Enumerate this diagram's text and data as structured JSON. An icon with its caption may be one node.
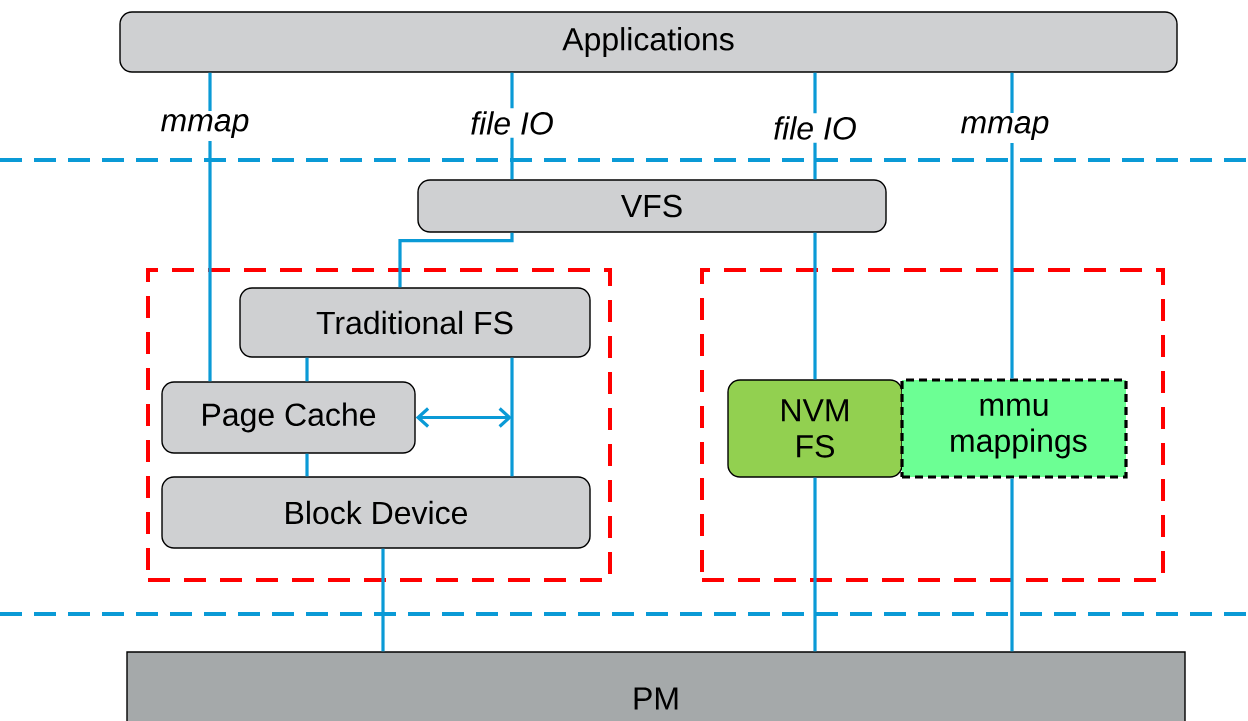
{
  "diagram": {
    "nodes": [
      {
        "text": [
          "Applications"
        ]
      },
      {
        "text": [
          "VFS"
        ]
      },
      {
        "text": [],
        "shape": "box"
      },
      {
        "text": [
          "Traditional FS"
        ],
        "in": 2
      },
      {
        "text": [
          "Page Cache"
        ],
        "in": 2
      },
      {
        "text": [
          "Block Device"
        ],
        "in": 2
      },
      {
        "text": [],
        "shape": "box"
      },
      {
        "text": [
          "NVM FS"
        ],
        "in": 6
      },
      {
        "text": [
          "mmu mappings"
        ],
        "in": 6
      },
      {
        "text": [
          "PM"
        ]
      }
    ],
    "edges": [
      {
        "from": 0,
        "to": 4,
        "arrow": "none",
        "label": "mmap"
      },
      {
        "from": 0,
        "to": 1,
        "arrow": "none",
        "label": "file IO"
      },
      {
        "from": 1,
        "to": 3,
        "arrow": "none"
      },
      {
        "from": 3,
        "to": 4,
        "arrow": "none"
      },
      {
        "from": 4,
        "to": 5,
        "arrow": "none"
      },
      {
        "from": 3,
        "to": 5,
        "arrow": "none"
      },
      {
        "from": 4,
        "to": null,
        "arrow": "both"
      },
      {
        "from": 5,
        "to": 9,
        "arrow": "none"
      },
      {
        "from": 0,
        "to": 1,
        "arrow": "none",
        "label": "file IO"
      },
      {
        "from": 1,
        "to": 7,
        "arrow": "none"
      },
      {
        "from": 7,
        "to": 9,
        "arrow": "none"
      },
      {
        "from": 0,
        "to": 8,
        "arrow": "none",
        "label": "mmap"
      },
      {
        "from": 8,
        "to": 9,
        "arrow": "none"
      }
    ]
  }
}
